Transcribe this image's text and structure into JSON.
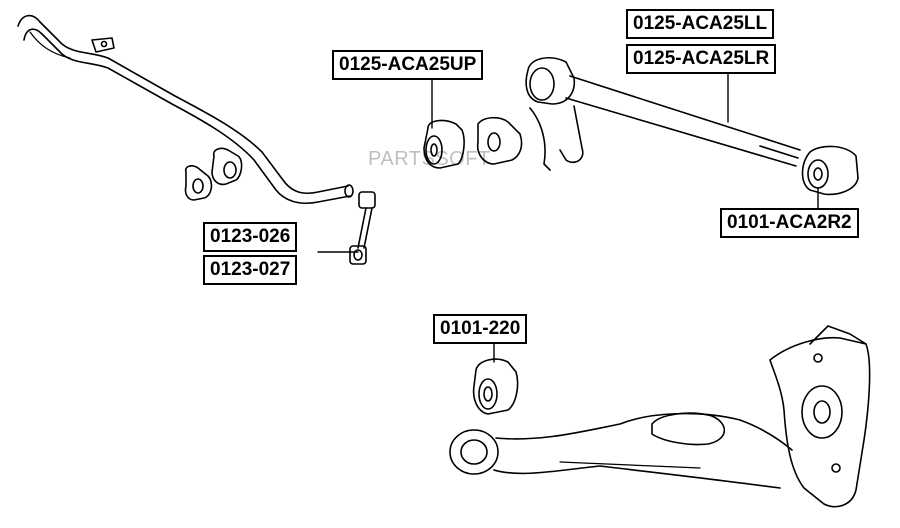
{
  "labels": {
    "aca25up": "0125-ACA25UP",
    "aca25ll": "0125-ACA25LL",
    "aca25lr": "0125-ACA25LR",
    "aca2r2": "0101-ACA2R2",
    "p0123_026": "0123-026",
    "p0123_027": "0123-027",
    "p0101_220": "0101-220"
  },
  "watermark": "PARTSSOFT"
}
